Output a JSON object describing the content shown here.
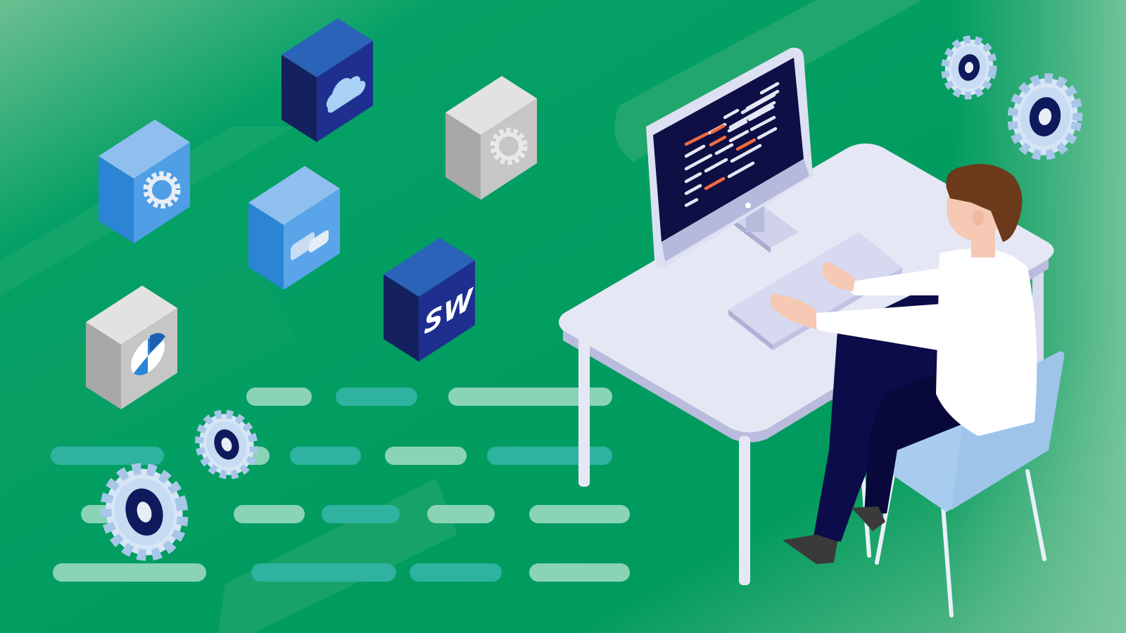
{
  "illustration": {
    "cubes": [
      {
        "id": "cloud",
        "icon": "cloud-icon",
        "label": ""
      },
      {
        "id": "gear-blue",
        "icon": "gear-icon",
        "label": ""
      },
      {
        "id": "chat",
        "icon": "chat-bubbles-icon",
        "label": ""
      },
      {
        "id": "gear-gray",
        "icon": "gear-icon",
        "label": ""
      },
      {
        "id": "sw",
        "icon": "",
        "label": "SW"
      },
      {
        "id": "pie",
        "icon": "pie-chart-icon",
        "label": ""
      }
    ],
    "floating_gears": [
      {
        "icon": "gear-icon"
      },
      {
        "icon": "gear-icon"
      },
      {
        "icon": "gear-icon"
      },
      {
        "icon": "gear-icon"
      }
    ],
    "colors": {
      "background": "#009a5d",
      "cube_dark": "#1a2e8a",
      "cube_light": "#3b8fdf",
      "cube_gray": "#c9c9c9",
      "desk": "#e6e7f5",
      "screen": "#0d0f45",
      "code_accent": "#f26a3d",
      "chair": "#a8ccee",
      "shirt": "#ffffff",
      "pants": "#0c0c4a",
      "hair": "#6b3a1a"
    }
  }
}
